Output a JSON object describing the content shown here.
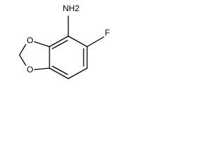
{
  "molecule": {
    "labels": {
      "amine": "NH2",
      "fluorine": "F",
      "oxygen_top": "O",
      "oxygen_bottom": "O"
    }
  }
}
